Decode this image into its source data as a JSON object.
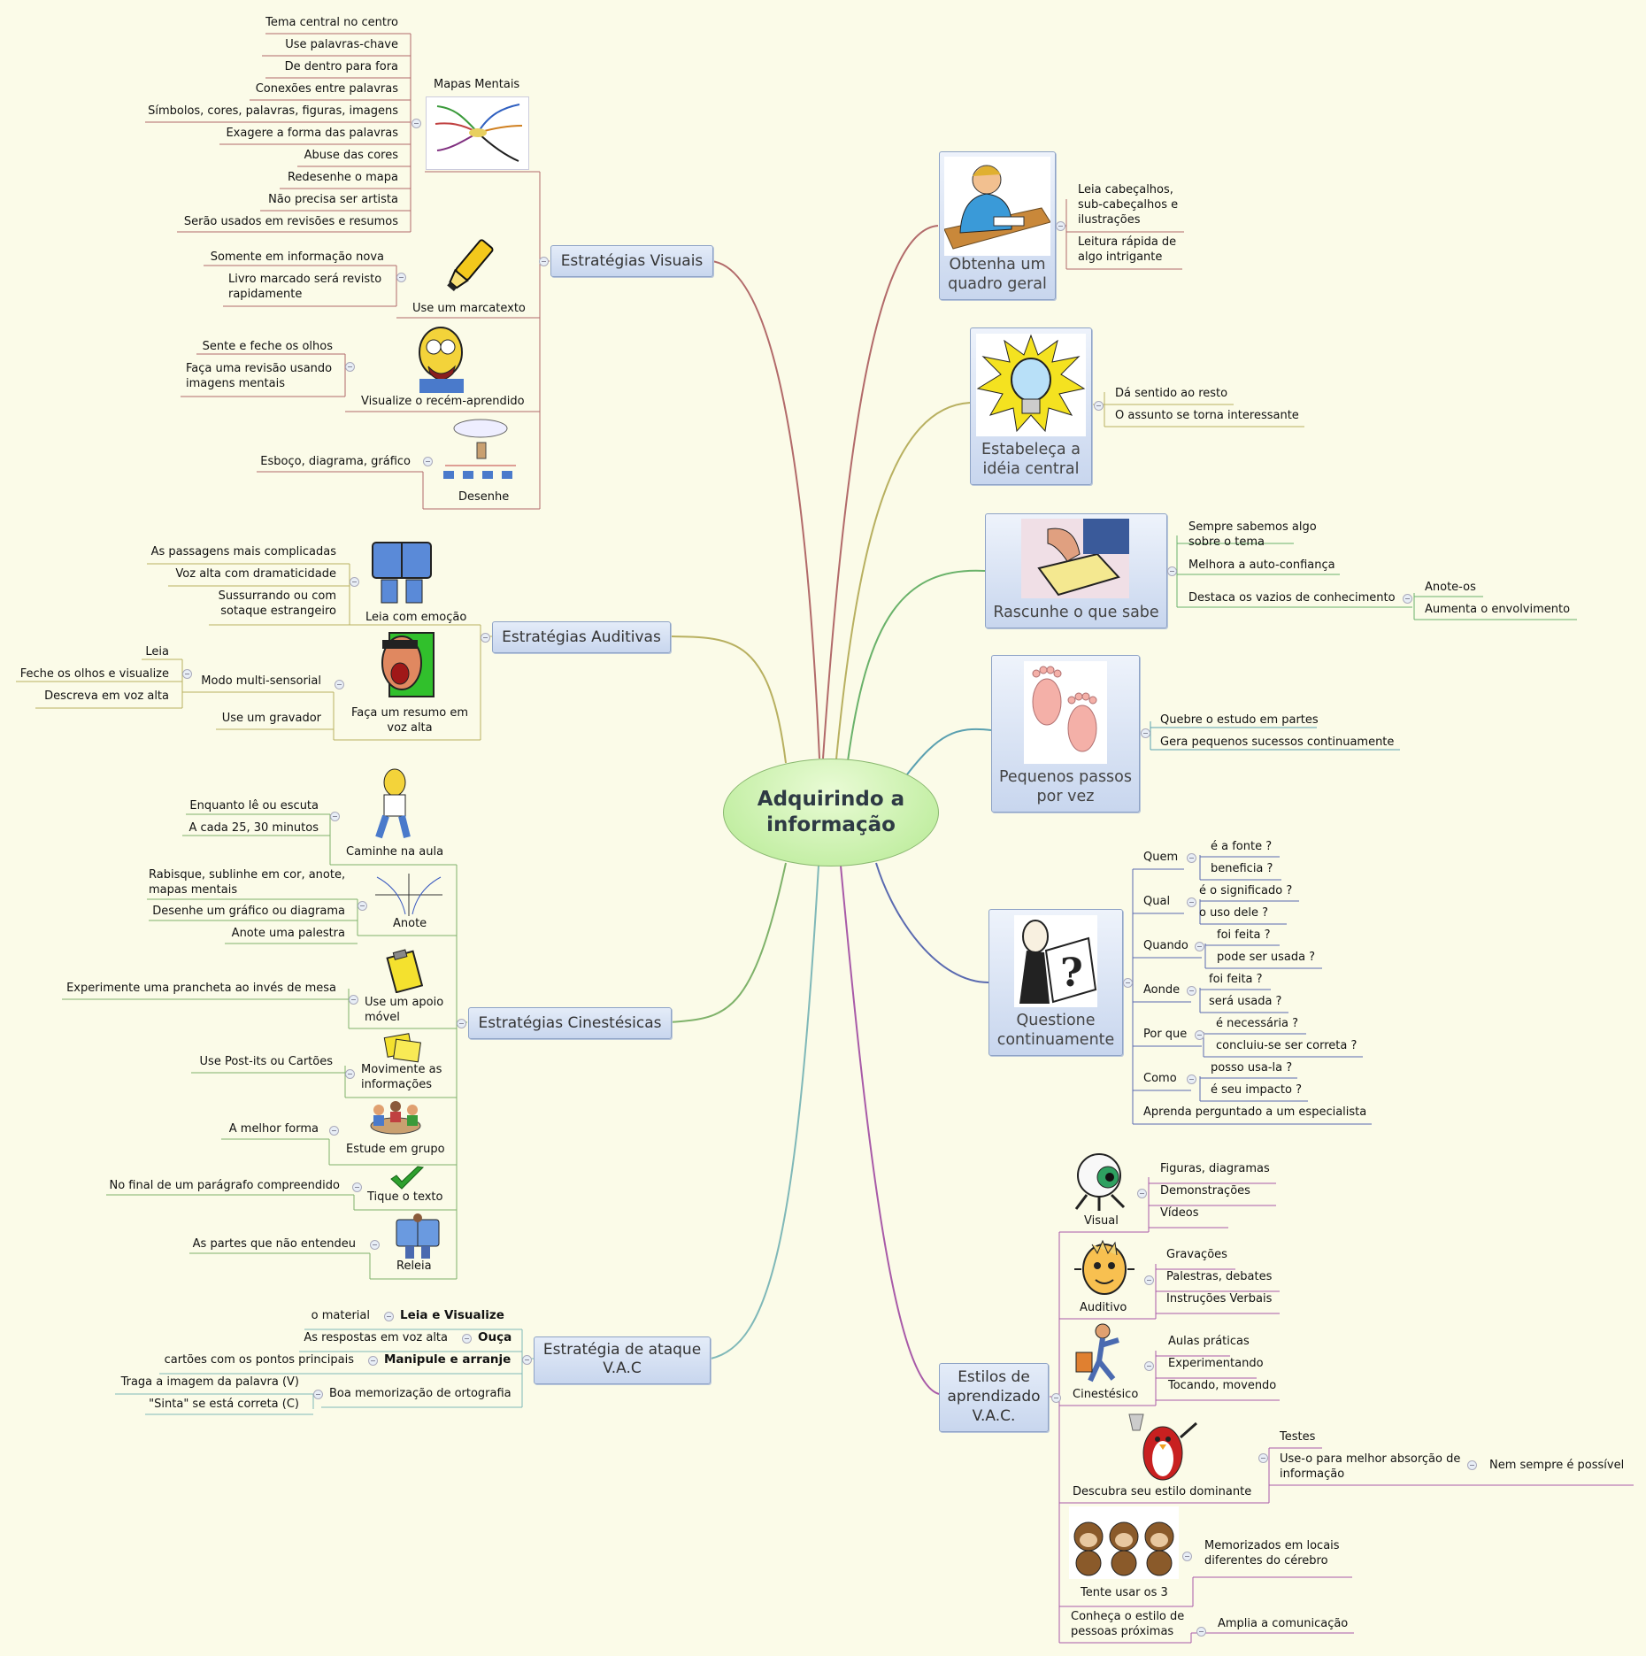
{
  "center": {
    "title": "Adquirindo a informação"
  },
  "visuais": {
    "label": "Estratégias Visuais",
    "mapas": {
      "label": "Mapas Mentais",
      "items": [
        "Tema central no centro",
        "Use palavras-chave",
        "De dentro para fora",
        "Conexões entre palavras",
        "Símbolos, cores, palavras, figuras, imagens",
        "Exagere a forma das palavras",
        "Abuse das cores",
        "Redesenhe o mapa",
        "Não precisa ser artista",
        "Serão usados em revisões e resumos"
      ]
    },
    "marcatexto": {
      "label": "Use um marcatexto",
      "items": [
        "Somente em informação nova",
        "Livro marcado será revisto rapidamente"
      ]
    },
    "visualize": {
      "label": "Visualize o recém-aprendido",
      "items": [
        "Sente e feche os olhos",
        "Faça uma revisão usando imagens mentais"
      ]
    },
    "desenhe": {
      "label": "Desenhe",
      "items": [
        "Esboço, diagrama, gráfico"
      ]
    }
  },
  "auditivas": {
    "label": "Estratégias Auditivas",
    "leia": {
      "label": "Leia com emoção",
      "items": [
        "As passagens mais complicadas",
        "Voz alta com dramaticidade",
        "Sussurrando ou com sotaque estrangeiro"
      ]
    },
    "resumo": {
      "label": "Faça um resumo em voz alta",
      "multi": "Modo multi-sensorial",
      "multi_items": [
        "Leia",
        "Feche os olhos e visualize",
        "Descreva em voz alta"
      ],
      "gravador": "Use um gravador"
    }
  },
  "cinestesicas": {
    "label": "Estratégias Cinestésicas",
    "caminhe": {
      "label": "Caminhe na aula",
      "items": [
        "Enquanto lê ou escuta",
        "A cada 25, 30 minutos"
      ]
    },
    "anote": {
      "label": "Anote",
      "items": [
        "Rabisque, sublinhe em cor, anote, mapas mentais",
        "Desenhe um gráfico ou diagrama",
        "Anote uma palestra"
      ]
    },
    "apoio": {
      "label": "Use um apoio móvel",
      "items": [
        "Experimente uma prancheta ao invés de mesa"
      ]
    },
    "movimente": {
      "label": "Movimente as informações",
      "items": [
        "Use Post-its ou Cartões"
      ]
    },
    "grupo": {
      "label": "Estude em grupo",
      "items": [
        "A melhor forma"
      ]
    },
    "tique": {
      "label": "Tique o texto",
      "items": [
        "No final de um parágrafo compreendido"
      ]
    },
    "releia": {
      "label": "Releia",
      "items": [
        "As partes que não entendeu"
      ]
    }
  },
  "ataque": {
    "label": "Estratégia de ataque V.A.C",
    "rows": [
      {
        "left": "o material",
        "right": "Leia e Visualize"
      },
      {
        "left": "As respostas em voz alta",
        "right": "Ouça"
      },
      {
        "left": "cartões com os pontos principais",
        "right": "Manipule e arranje"
      }
    ],
    "ortografia": {
      "label": "Boa memorização de ortografia",
      "items": [
        "Traga a imagem da palavra (V)",
        "\"Sinta\" se está correta (C)"
      ]
    }
  },
  "geral": {
    "label": "Obtenha um quadro geral",
    "items": [
      "Leia cabeçalhos, sub-cabeçalhos e ilustrações",
      "Leitura rápida de algo intrigante"
    ]
  },
  "ideia": {
    "label": "Estabeleça a idéia central",
    "items": [
      "Dá sentido ao resto",
      "O assunto se torna interessante"
    ]
  },
  "rascunhe": {
    "label": "Rascunhe o que sabe",
    "items": [
      "Sempre sabemos algo sobre o tema",
      "Melhora a auto-confiança",
      "Destaca os vazios de conhecimento"
    ],
    "vazios": [
      "Anote-os",
      "Aumenta o envolvimento"
    ]
  },
  "passos": {
    "label": "Pequenos passos por vez",
    "items": [
      "Quebre o estudo em partes",
      "Gera pequenos sucessos continuamente"
    ]
  },
  "questione": {
    "label": "Questione continuamente",
    "groups": [
      {
        "q": "Quem",
        "a": [
          "é a fonte ?",
          "beneficia ?"
        ]
      },
      {
        "q": "Qual",
        "a": [
          "é o significado  ?",
          "o uso dele ?"
        ]
      },
      {
        "q": "Quando",
        "a": [
          "foi feita ?",
          "pode ser usada ?"
        ]
      },
      {
        "q": "Aonde",
        "a": [
          "foi feita ?",
          "será usada ?"
        ]
      },
      {
        "q": "Por que",
        "a": [
          "é necessária ?",
          "concluiu-se ser correta ?"
        ]
      },
      {
        "q": "Como",
        "a": [
          "posso usa-la ?",
          "é seu impacto ?"
        ]
      }
    ],
    "especialista": "Aprenda perguntado a um especialista"
  },
  "estilos": {
    "label": "Estilos de aprendizado V.A.C.",
    "visual": {
      "label": "Visual",
      "items": [
        "Figuras, diagramas",
        "Demonstrações",
        "Vídeos"
      ]
    },
    "auditivo": {
      "label": "Auditivo",
      "items": [
        "Gravações",
        "Palestras, debates",
        "Instruções Verbais"
      ]
    },
    "cinestesico": {
      "label": "Cinestésico",
      "items": [
        "Aulas práticas",
        "Experimentando",
        "Tocando, movendo"
      ]
    },
    "dominante": {
      "label": "Descubra seu estilo dominante",
      "items": [
        "Testes",
        "Use-o para melhor absorção de informação"
      ],
      "nem": "Nem sempre é possível"
    },
    "tres": {
      "label": "Tente usar os 3",
      "items": [
        "Memorizados em locais diferentes do cérebro"
      ]
    },
    "conheca": {
      "label": "Conheça o estilo de pessoas próximas",
      "items": [
        "Amplia a comunicação"
      ]
    }
  },
  "icons": [
    "mindmap-thumbnail-icon",
    "highlighter-icon",
    "homer-icon",
    "sketch-diagram-icon",
    "reading-person-icon",
    "shouting-face-icon",
    "walking-homer-icon",
    "graph-icon",
    "clipboard-icon",
    "post-it-icon",
    "study-group-icon",
    "checkmark-icon",
    "student-reading-icon",
    "lightbulb-icon",
    "writing-hand-icon",
    "footprints-icon",
    "question-man-icon",
    "eye-icon",
    "ear-icon",
    "kinesthetic-icon",
    "trophy-penguin-icon",
    "three-monkeys-icon"
  ]
}
